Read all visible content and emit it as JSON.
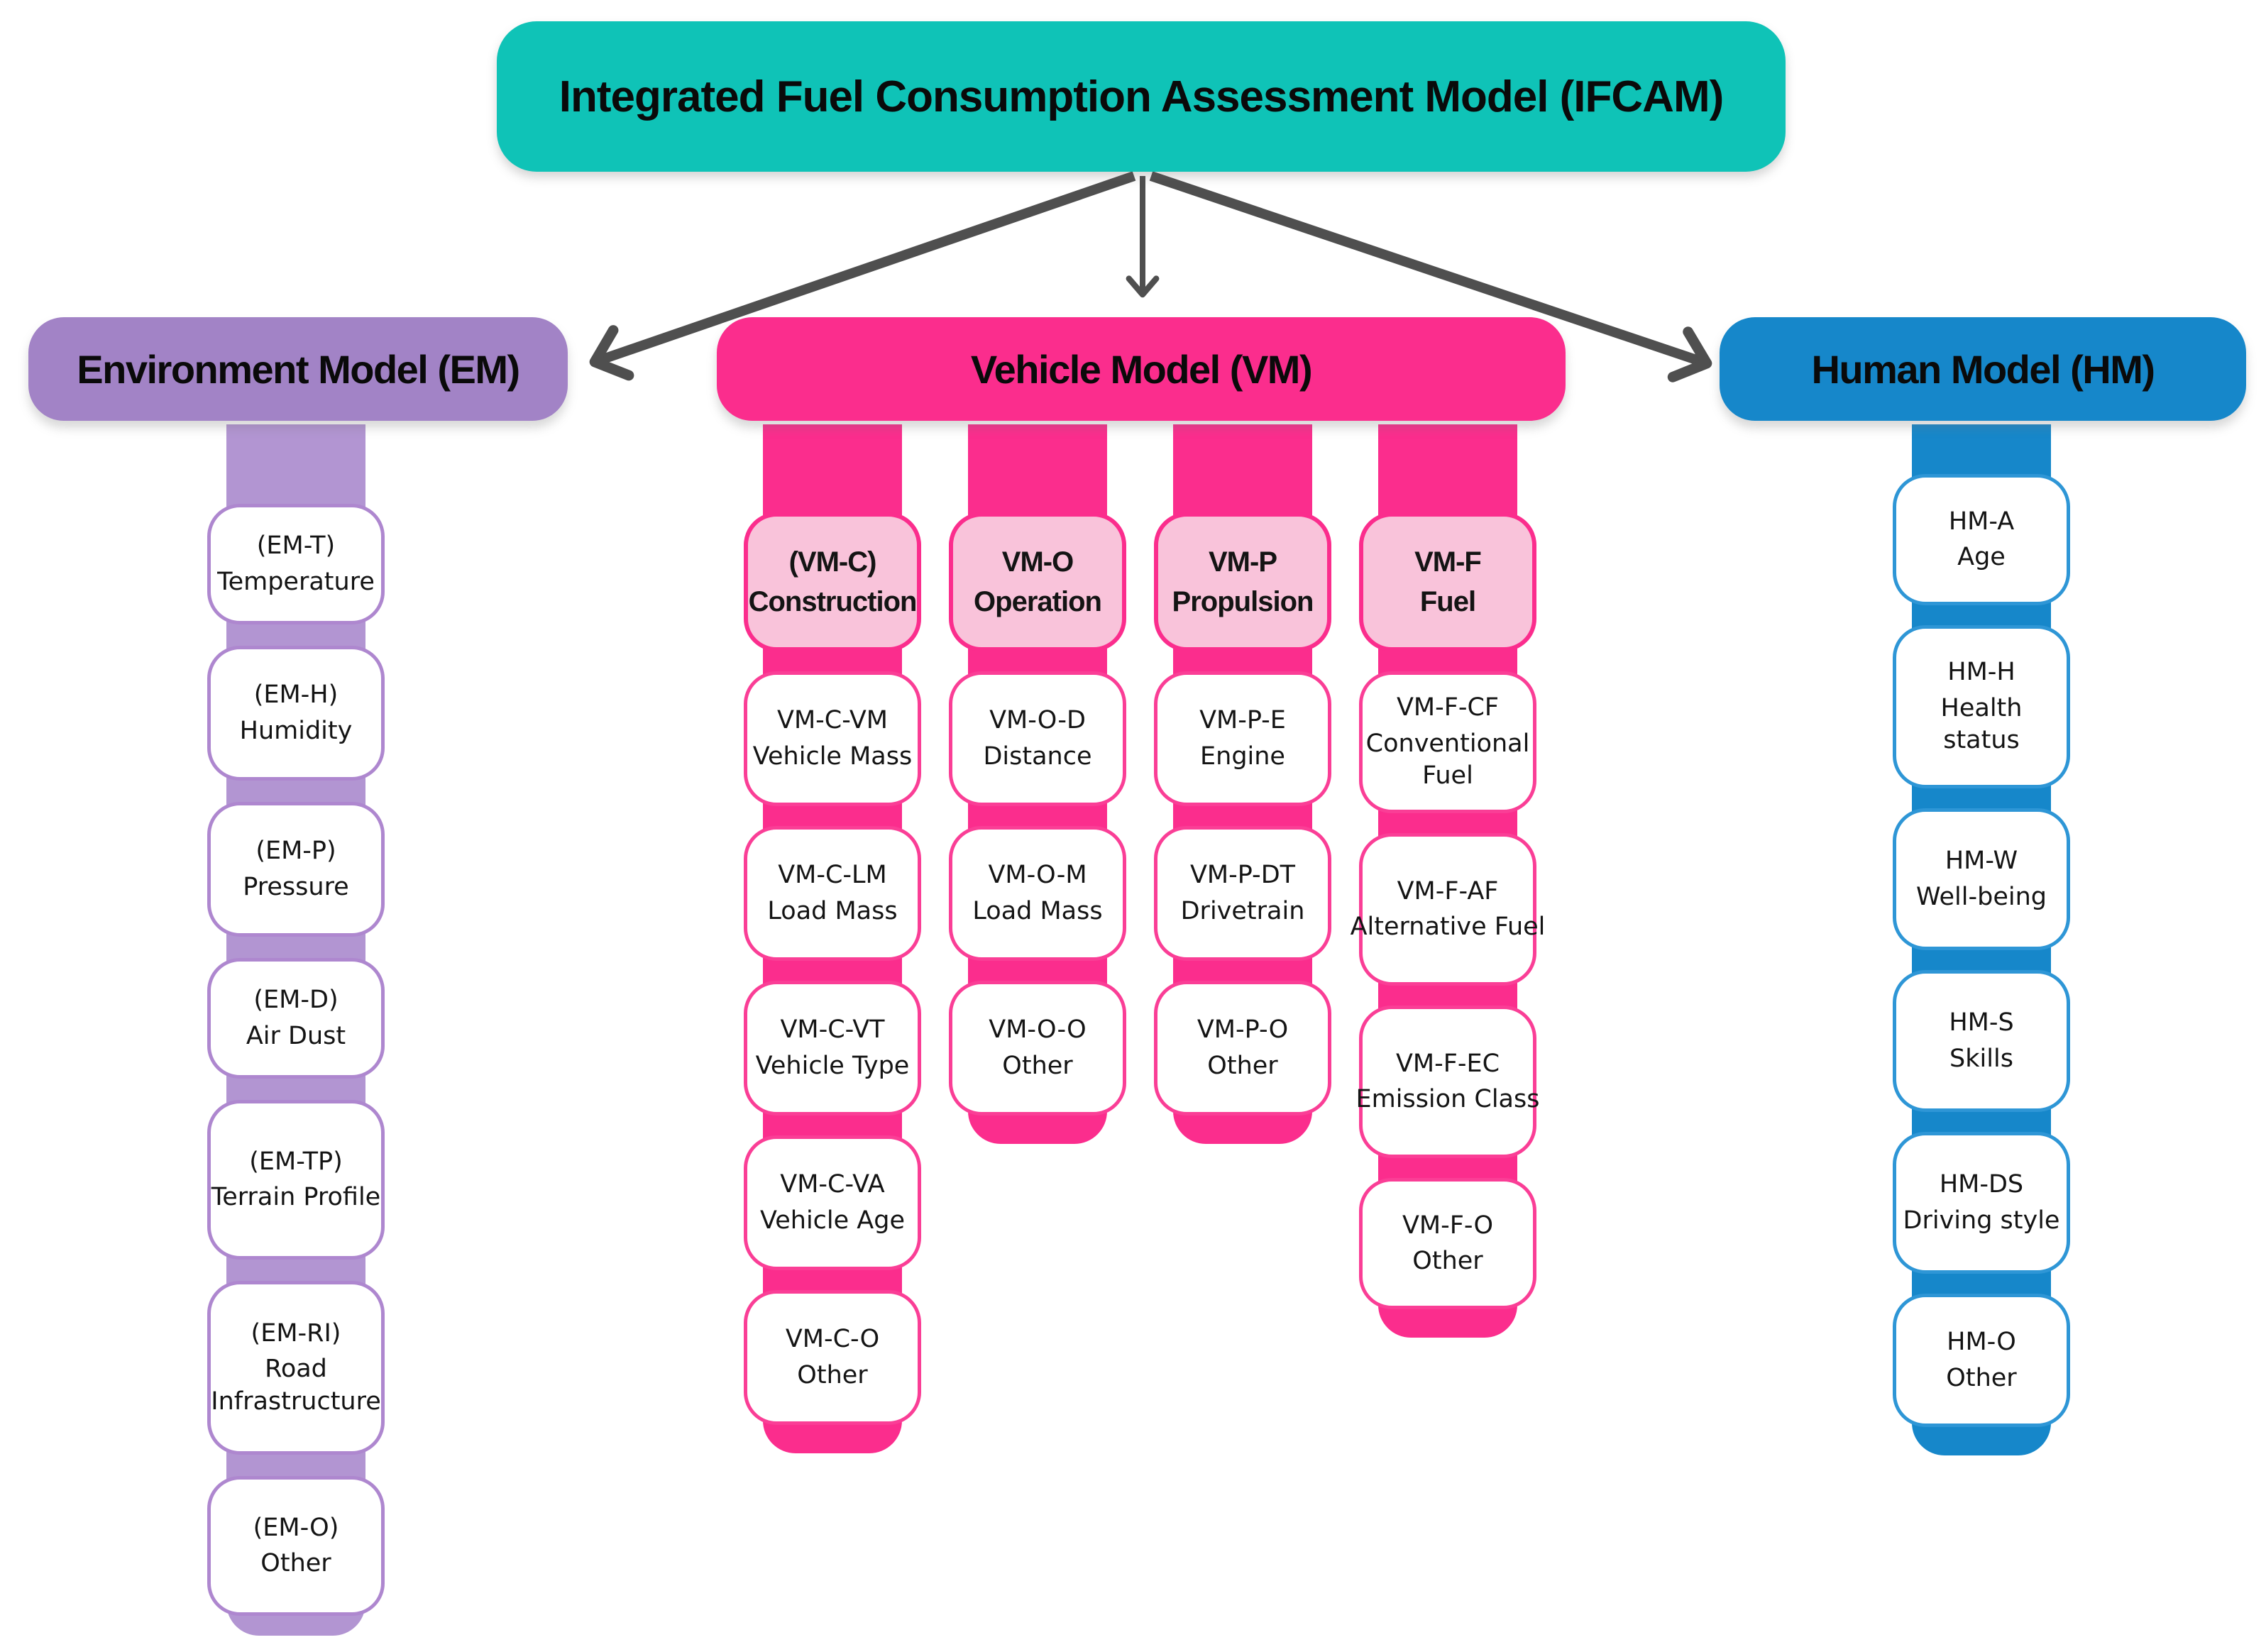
{
  "title": "Integrated Fuel Consumption Assessment Model (IFCAM)",
  "colors": {
    "root": "#0FC3B7",
    "em": "#A283C6",
    "em-spine": "#B295D2",
    "em-border": "#AE87CF",
    "vm": "#FB2D8D",
    "vm-border": "#FA3E96",
    "vm-sub": "#F9C3DA",
    "hm": "#1687CA",
    "hm-border": "#2E96D6",
    "arrow": "#4F4F4F"
  },
  "models": {
    "em": {
      "label": "Environment Model (EM)",
      "items": [
        {
          "code": "(EM-T)",
          "label": "Temperature"
        },
        {
          "code": "(EM-H)",
          "label": "Humidity"
        },
        {
          "code": "(EM-P)",
          "label": "Pressure"
        },
        {
          "code": "(EM-D)",
          "label": "Air Dust"
        },
        {
          "code": "(EM-TP)",
          "label": "Terrain Profile"
        },
        {
          "code": "(EM-RI)",
          "label": "Road Infrastructure"
        },
        {
          "code": "(EM-O)",
          "label": "Other"
        }
      ]
    },
    "vm": {
      "label": "Vehicle Model (VM)",
      "groups": [
        {
          "code": "(VM-C)",
          "name": "Construction",
          "items": [
            {
              "code": "VM-C-VM",
              "label": "Vehicle Mass"
            },
            {
              "code": "VM-C-LM",
              "label": "Load Mass"
            },
            {
              "code": "VM-C-VT",
              "label": "Vehicle Type"
            },
            {
              "code": "VM-C-VA",
              "label": "Vehicle Age"
            },
            {
              "code": "VM-C-O",
              "label": "Other"
            }
          ]
        },
        {
          "code": "VM-O",
          "name": "Operation",
          "items": [
            {
              "code": "VM-O-D",
              "label": "Distance"
            },
            {
              "code": "VM-O-M",
              "label": "Load Mass"
            },
            {
              "code": "VM-O-O",
              "label": "Other"
            }
          ]
        },
        {
          "code": "VM-P",
          "name": "Propulsion",
          "items": [
            {
              "code": "VM-P-E",
              "label": "Engine"
            },
            {
              "code": "VM-P-DT",
              "label": "Drivetrain"
            },
            {
              "code": "VM-P-O",
              "label": "Other"
            }
          ]
        },
        {
          "code": "VM-F",
          "name": "Fuel",
          "items": [
            {
              "code": "VM-F-CF",
              "label": "Conventional Fuel"
            },
            {
              "code": "VM-F-AF",
              "label": "Alternative Fuel"
            },
            {
              "code": "VM-F-EC",
              "label": "Emission Class"
            },
            {
              "code": "VM-F-O",
              "label": "Other"
            }
          ]
        }
      ]
    },
    "hm": {
      "label": "Human Model (HM)",
      "items": [
        {
          "code": "HM-A",
          "label": "Age"
        },
        {
          "code": "HM-H",
          "label": "Health\nstatus"
        },
        {
          "code": "HM-W",
          "label": "Well-being"
        },
        {
          "code": "HM-S",
          "label": "Skills"
        },
        {
          "code": "HM-DS",
          "label": "Driving style"
        },
        {
          "code": "HM-O",
          "label": "Other"
        }
      ]
    }
  }
}
